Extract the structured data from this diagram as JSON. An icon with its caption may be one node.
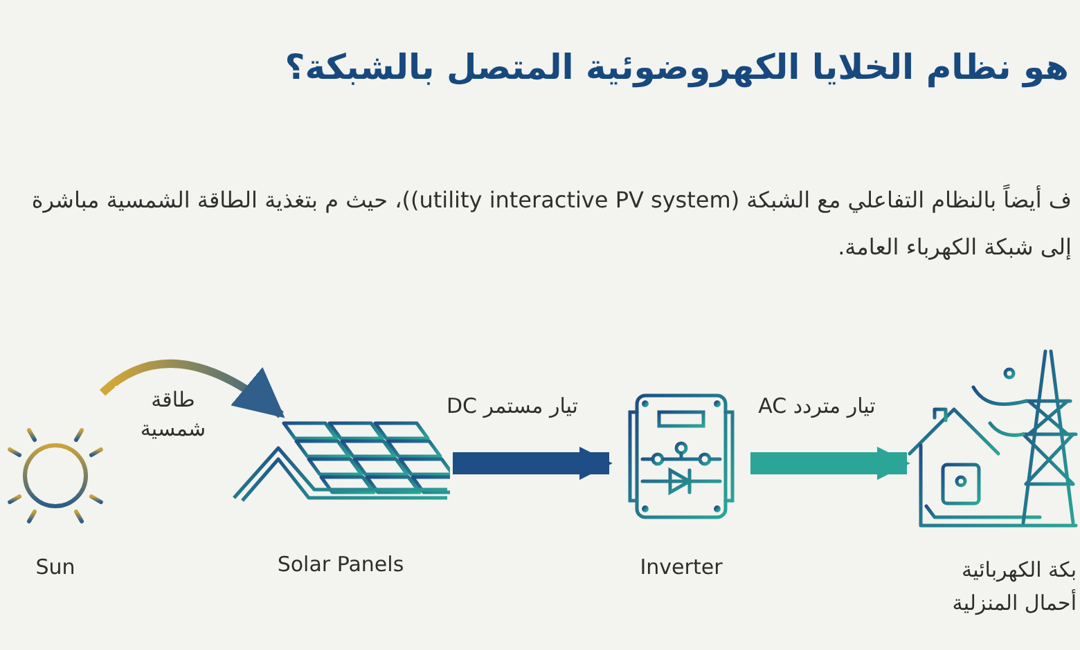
{
  "diagram": {
    "title": "هو نظام الخلايا الكهروضوئية المتصل بالشبكة؟",
    "caption": "ف أيضاً بالنظام التفاعلي مع الشبكة (utility interactive PV system))، حيث م بتغذية الطاقة الشمسية مباشرة إلى شبكة الكهرباء العامة.",
    "nodes": [
      {
        "text": [
          "Sun"
        ]
      },
      {
        "text": [
          "Solar Panels"
        ]
      },
      {
        "text": [
          "Inverter"
        ]
      },
      {
        "text": [
          "بكة الكهربائية أحمال المنزلية"
        ]
      }
    ],
    "edges": [
      {
        "from": 0,
        "to": 1,
        "arrow": "to",
        "label": "طاقة شمسية",
        "color": "#2f5f8a"
      },
      {
        "from": 1,
        "to": 2,
        "arrow": "to",
        "label": "تيار مستمر DC",
        "style": "thick",
        "color": "#1d4e85"
      },
      {
        "from": 2,
        "to": 3,
        "arrow": "to",
        "label": "تيار متردد AC",
        "style": "thick",
        "color": "#2ba597"
      }
    ]
  }
}
